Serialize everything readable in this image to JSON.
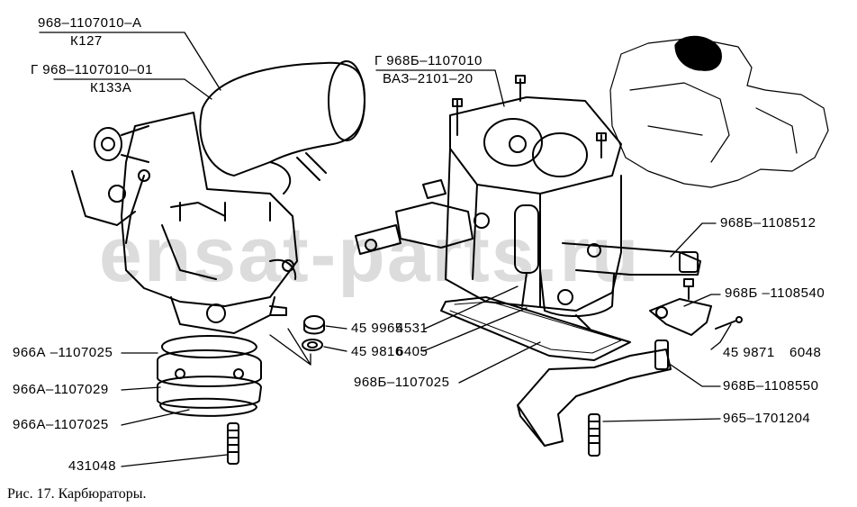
{
  "watermark": "ensat-parts.ru",
  "caption": "Рис. 17. Карбюраторы.",
  "labels": {
    "top_left_1a": "968–1107010–А",
    "top_left_1b": "К127",
    "top_left_2a": "Г 968–1107010–01",
    "top_left_2b": "К133А",
    "top_mid_a": "Г 968Б–1107010",
    "top_mid_b": "ВАЗ–2101–20",
    "right_1": "968Б–1108512",
    "right_2": "968Б –1108540",
    "right_3a": "45 9871",
    "right_3b": "6048",
    "right_4": "968Б–1108550",
    "right_5": "965–1701204",
    "mid_1a": "45 9965",
    "mid_1b": "4531",
    "mid_2a": "45 9816",
    "mid_2b": "6405",
    "mid_3": "968Б–1107025",
    "left_1": "966А –1107025",
    "left_2": "966А–1107029",
    "left_3": "966А–1107025",
    "left_4": "431048"
  }
}
